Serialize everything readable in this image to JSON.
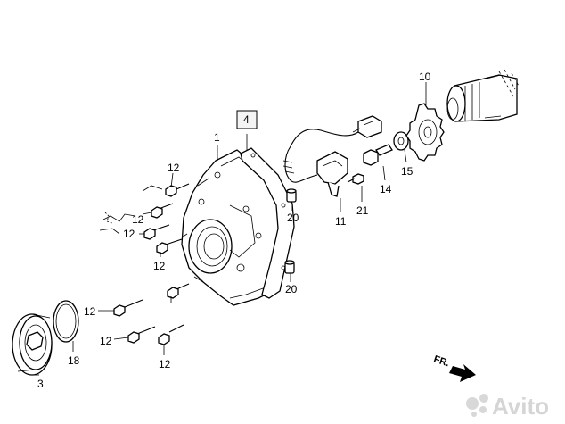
{
  "labels": {
    "l1": "1",
    "l3": "3",
    "l4": "4",
    "l10": "10",
    "l11": "11",
    "l12a": "12",
    "l12b": "12",
    "l12c": "12",
    "l12d": "12",
    "l12e": "12",
    "l12f": "12",
    "l12g": "12",
    "l14": "14",
    "l15": "15",
    "l18": "18",
    "l20a": "20",
    "l20b": "20",
    "l21": "21"
  },
  "direction": {
    "text": "FR."
  },
  "watermark": {
    "text": "Avito",
    "icon": "avito-dots-logo"
  }
}
